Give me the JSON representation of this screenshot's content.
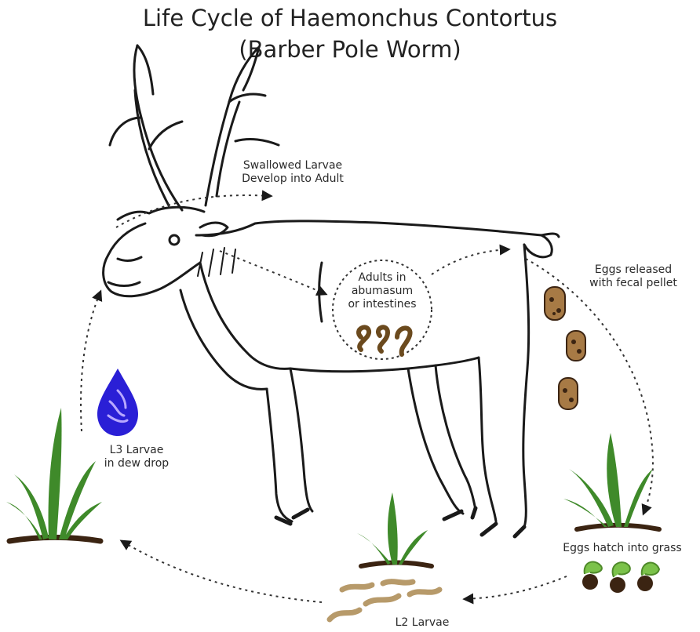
{
  "title": {
    "line1": "Life Cycle of Haemonchus Contortus",
    "line2": "(Barber Pole Worm)"
  },
  "stages": {
    "swallowed": {
      "line1": "Swallowed Larvae",
      "line2": "Develop into Adult"
    },
    "adults": {
      "line1": "Adults in",
      "line2": "abumasum",
      "line3": "or intestines"
    },
    "eggs_released": {
      "line1": "Eggs released",
      "line2": "with fecal pellet"
    },
    "eggs_hatch": {
      "line1": "Eggs hatch into grass"
    },
    "l2": {
      "line1": "L2 Larvae"
    },
    "l3": {
      "line1": "L3 Larvae",
      "line2": "in dew drop"
    }
  },
  "colors": {
    "outline": "#1a1a1a",
    "dew_drop": "#2a1fd6",
    "grass": "#3f8a2a",
    "soil": "#3b2412",
    "worm": "#6b4a1e",
    "larvae": "#b79a6a",
    "pellet": "#a77a45",
    "sprout": "#7bc24a"
  },
  "icons": [
    "reindeer-outline",
    "dew-drop-icon",
    "grass-tuft-icon",
    "fecal-pellet-icon",
    "worm-icon",
    "sprout-egg-icon",
    "larvae-icon"
  ]
}
